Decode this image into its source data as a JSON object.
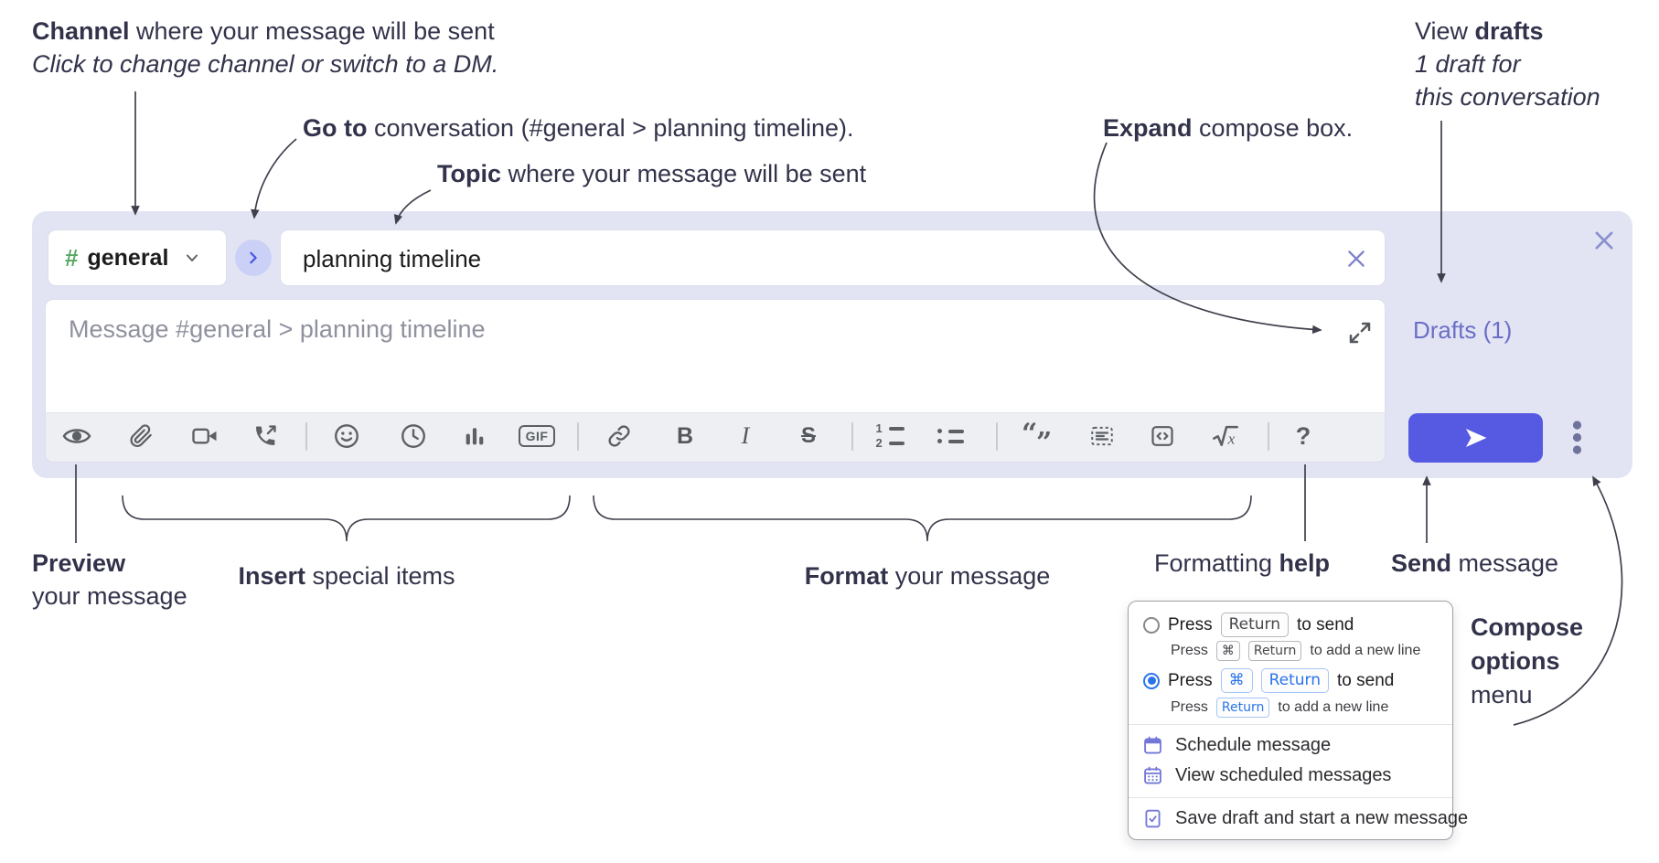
{
  "colors": {
    "accent_blue": "#5659e1",
    "lavender_bg": "#e2e4f4",
    "link_purple": "#6b6ec6",
    "keycap_blue": "#2b74e8",
    "menu_icon_purple": "#7277d8",
    "channel_green": "#57a863",
    "annotation_ink": "#32334b",
    "toolbar_icon_gray": "#5c5f63"
  },
  "annotations": {
    "channel": {
      "bold": "Channel",
      "rest": " where your message will be sent",
      "subtitle": "Click to change channel or switch to a DM."
    },
    "go_to": {
      "bold": "Go to",
      "rest": " conversation (#general > planning timeline)."
    },
    "topic": {
      "bold": "Topic",
      "rest": " where your message will be sent"
    },
    "expand": {
      "bold": "Expand",
      "rest": " compose box."
    },
    "view_drafts": {
      "pre": "View ",
      "bold": "drafts",
      "line2": "1 draft for",
      "line3": "this conversation"
    },
    "preview": {
      "bold": "Preview",
      "line2": "your message"
    },
    "insert": {
      "bold": "Insert",
      "rest": " special items"
    },
    "format": {
      "bold": "Format",
      "rest": " your message"
    },
    "formatting_help": {
      "pre": "Formatting ",
      "bold": "help"
    },
    "send": {
      "bold": "Send",
      "rest": " message"
    },
    "compose_options": {
      "line1": "Compose",
      "line2": "options",
      "line3": "menu"
    }
  },
  "compose": {
    "channel": {
      "hash": "#",
      "name": "general"
    },
    "topic_value": "planning timeline",
    "message_placeholder": "Message #general > planning timeline",
    "drafts_link": "Drafts (1)",
    "toolbar": {
      "bold_label": "B",
      "italic_label": "I",
      "strike_label": "S",
      "gif_label": "GIF",
      "help_label": "?",
      "olist_num1": "1",
      "olist_num2": "2",
      "quote_open": "“",
      "quote_close": "”"
    }
  },
  "options_menu": {
    "return_to_send": {
      "press": "Press",
      "key": "Return",
      "suffix": "to send",
      "sub": {
        "press": "Press",
        "key_cmd": "⌘",
        "key_return": "Return",
        "suffix": "to add a new line"
      }
    },
    "cmd_return_to_send": {
      "press": "Press",
      "key_cmd": "⌘",
      "key_return": "Return",
      "suffix": "to send",
      "sub": {
        "press": "Press",
        "key": "Return",
        "suffix": "to add a new line"
      }
    },
    "items": [
      {
        "label": "Schedule message"
      },
      {
        "label": "View scheduled messages"
      },
      {
        "label": "Save draft and start a new message"
      }
    ]
  }
}
